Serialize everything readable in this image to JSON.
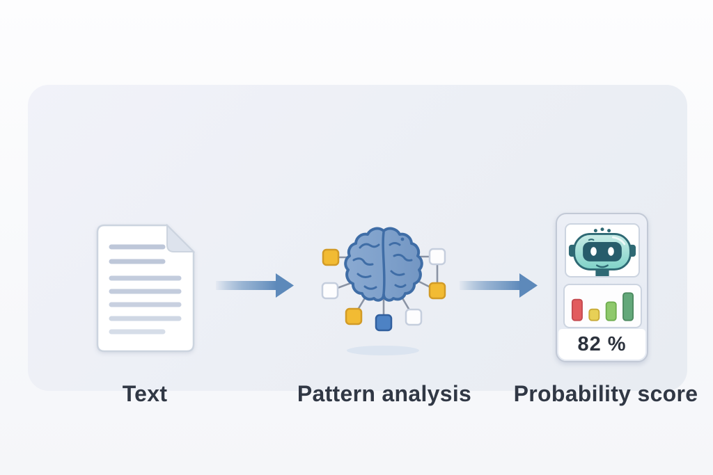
{
  "steps": [
    {
      "label": "Text",
      "icon": "document-icon"
    },
    {
      "label": "Pattern analysis",
      "icon": "brain-network-icon"
    },
    {
      "label": "Probability score",
      "icon": "robot-score-card-icon"
    }
  ],
  "arrows": [
    {
      "icon": "arrow-right-icon"
    },
    {
      "icon": "arrow-right-icon"
    }
  ],
  "score_card": {
    "score": "82 %",
    "bars": [
      {
        "fill": "#e25c5e",
        "stroke": "#c4494f",
        "height": 32
      },
      {
        "fill": "#e8d056",
        "stroke": "#c8ab38",
        "height": 17
      },
      {
        "fill": "#8fc96c",
        "stroke": "#6fae4f",
        "height": 28
      },
      {
        "fill": "#63a87a",
        "stroke": "#4c8a60",
        "height": 42
      }
    ]
  },
  "colors": {
    "page_background": "#fafbfd",
    "panel_background": "#edf0f7",
    "arrow_blue": "#5d89ba",
    "brain_fill": "#7fa1cb",
    "brain_outline": "#3f6da6",
    "node_yellow": "#f2bb33",
    "node_yellow_border": "#d29b27",
    "node_white": "#fdfdfe",
    "node_white_border": "#c5cedd",
    "node_blue": "#4d82c4",
    "node_blue_border": "#315f9e",
    "connector_gray": "#8a93a4",
    "robot_teal": "#8fd8cf",
    "robot_dark_teal": "#2e6974",
    "label_text": "#313845"
  }
}
